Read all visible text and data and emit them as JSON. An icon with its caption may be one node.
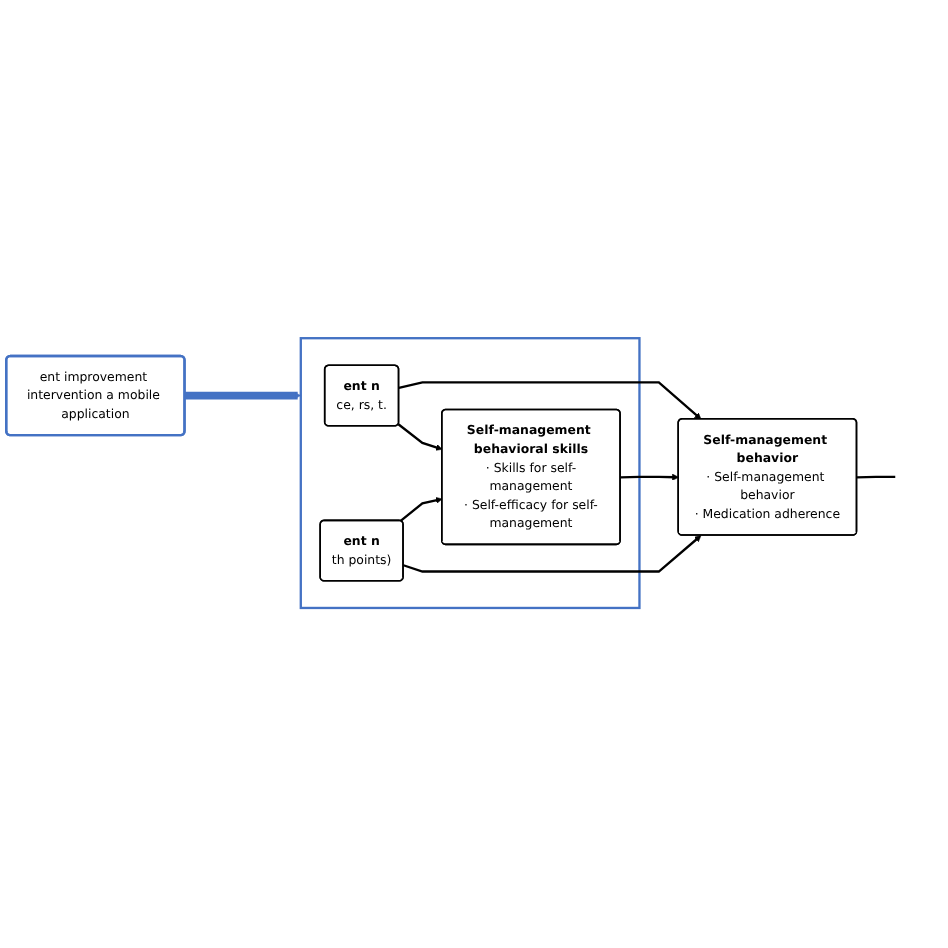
{
  "diagram": {
    "nodes": [
      {
        "text": [],
        "shape": "box"
      },
      {
        "text": [
          "ent n",
          "ce, rs, t."
        ],
        "in": 0
      },
      {
        "text": [
          "Self-management behavioral skills",
          "· Skills for self-management",
          "· Self-efficacy for self-management"
        ],
        "in": 0
      },
      {
        "text": [
          "ent n",
          "th points)"
        ],
        "in": 0
      },
      {
        "text": [
          "Self-management behavior",
          "· Self-management behavior",
          "· Medication adherence"
        ]
      },
      {
        "text": [
          "ent improvement intervention a mobile application"
        ]
      }
    ],
    "edges": [
      {
        "from": 1,
        "to": 2,
        "arrow": "to"
      },
      {
        "from": 3,
        "to": 2,
        "arrow": "to"
      },
      {
        "from": 1,
        "to": 4,
        "arrow": "to"
      },
      {
        "from": 2,
        "to": 4,
        "arrow": "to"
      },
      {
        "from": 3,
        "to": 4,
        "arrow": "to"
      },
      {
        "from": 5,
        "to": 0,
        "arrow": "to",
        "style": "thick",
        "color": "#4472c4"
      },
      {
        "from": 4,
        "to": null,
        "arrow": "none"
      }
    ]
  }
}
